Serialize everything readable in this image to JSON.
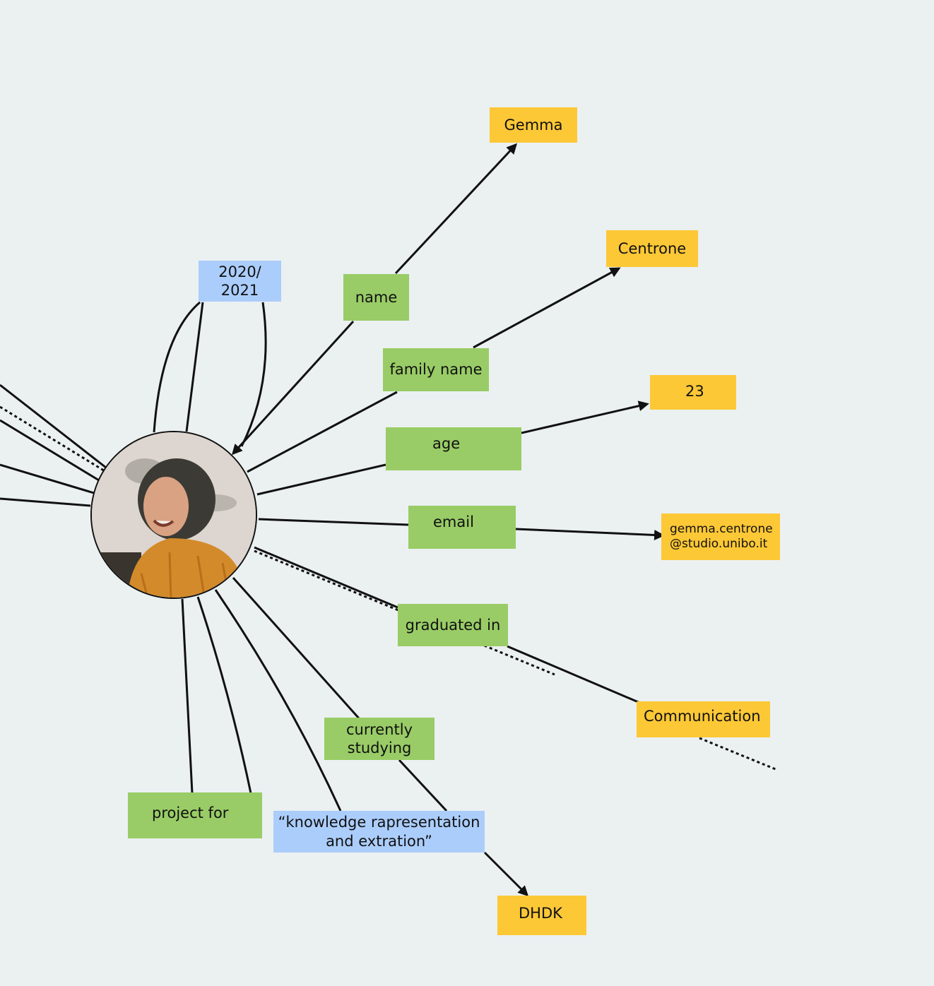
{
  "diagram": {
    "subject": {
      "icon": "person-photo"
    },
    "properties": {
      "name": "name",
      "family_name": "family name",
      "age": "age",
      "email": "email",
      "graduated_in": "graduated in",
      "currently_studying_line1": "currently",
      "currently_studying_line2": "studying",
      "project_for": "project for"
    },
    "values": {
      "first_name": "Gemma",
      "family_name": "Centrone",
      "age": "23",
      "email_line1": "gemma.centrone",
      "email_line2": "@studio.unibo.it",
      "graduated": "Communication",
      "studying": "DHDK"
    },
    "other": {
      "year_line1": "2020/",
      "year_line2": "2021",
      "course_line1": "“knowledge rapresentation",
      "course_line2": "and extration”"
    }
  },
  "colors": {
    "background": "#ebf0f1",
    "property_box": "#99cc66",
    "literal_box": "#fdc836",
    "entity_box": "#abcdfb",
    "edge": "#111111"
  }
}
